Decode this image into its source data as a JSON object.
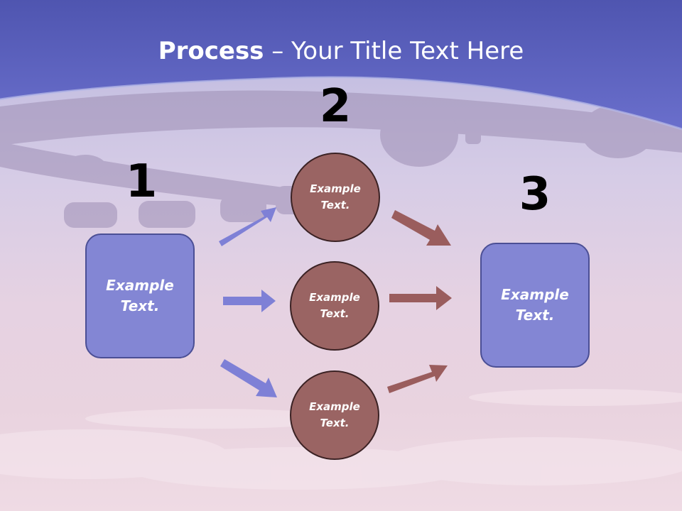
{
  "slide": {
    "title_bold": "Process",
    "title_rest": " – Your Title Text Here"
  },
  "steps": [
    {
      "number": "1"
    },
    {
      "number": "2"
    },
    {
      "number": "3"
    }
  ],
  "boxes": [
    {
      "line1": "Example",
      "line2": "Text."
    },
    {
      "line1": "Example",
      "line2": "Text."
    }
  ],
  "circles": [
    {
      "line1": "Example",
      "line2": "Text."
    },
    {
      "line1": "Example",
      "line2": "Text."
    },
    {
      "line1": "Example",
      "line2": "Text."
    }
  ],
  "colors": {
    "box_fill": "#8386d4",
    "circle_fill": "#9a6463",
    "arrow_blue": "#7e80d6",
    "arrow_red": "#9a5d5d",
    "header": "#5d62c0"
  }
}
